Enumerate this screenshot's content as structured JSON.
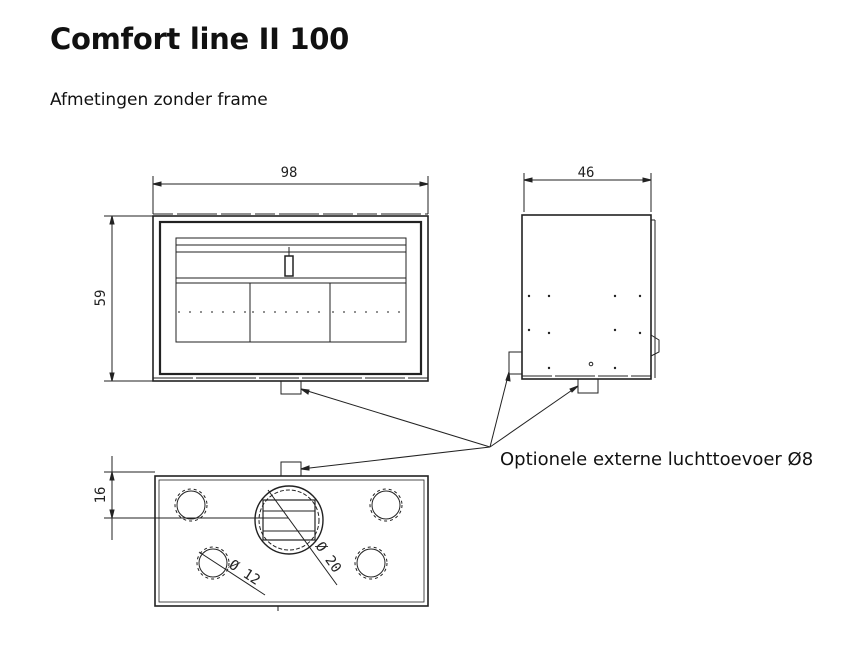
{
  "header": {
    "title": "Comfort line II 100",
    "subtitle": "Afmetingen zonder frame"
  },
  "dimensions": {
    "width": "98",
    "depth": "46",
    "height": "59",
    "air_offset": "16",
    "small_hole_diameter": "Ø 12",
    "large_hole_diameter": "Ø 20"
  },
  "callout": {
    "text": "Optionele externe luchttoevoer Ø8"
  }
}
